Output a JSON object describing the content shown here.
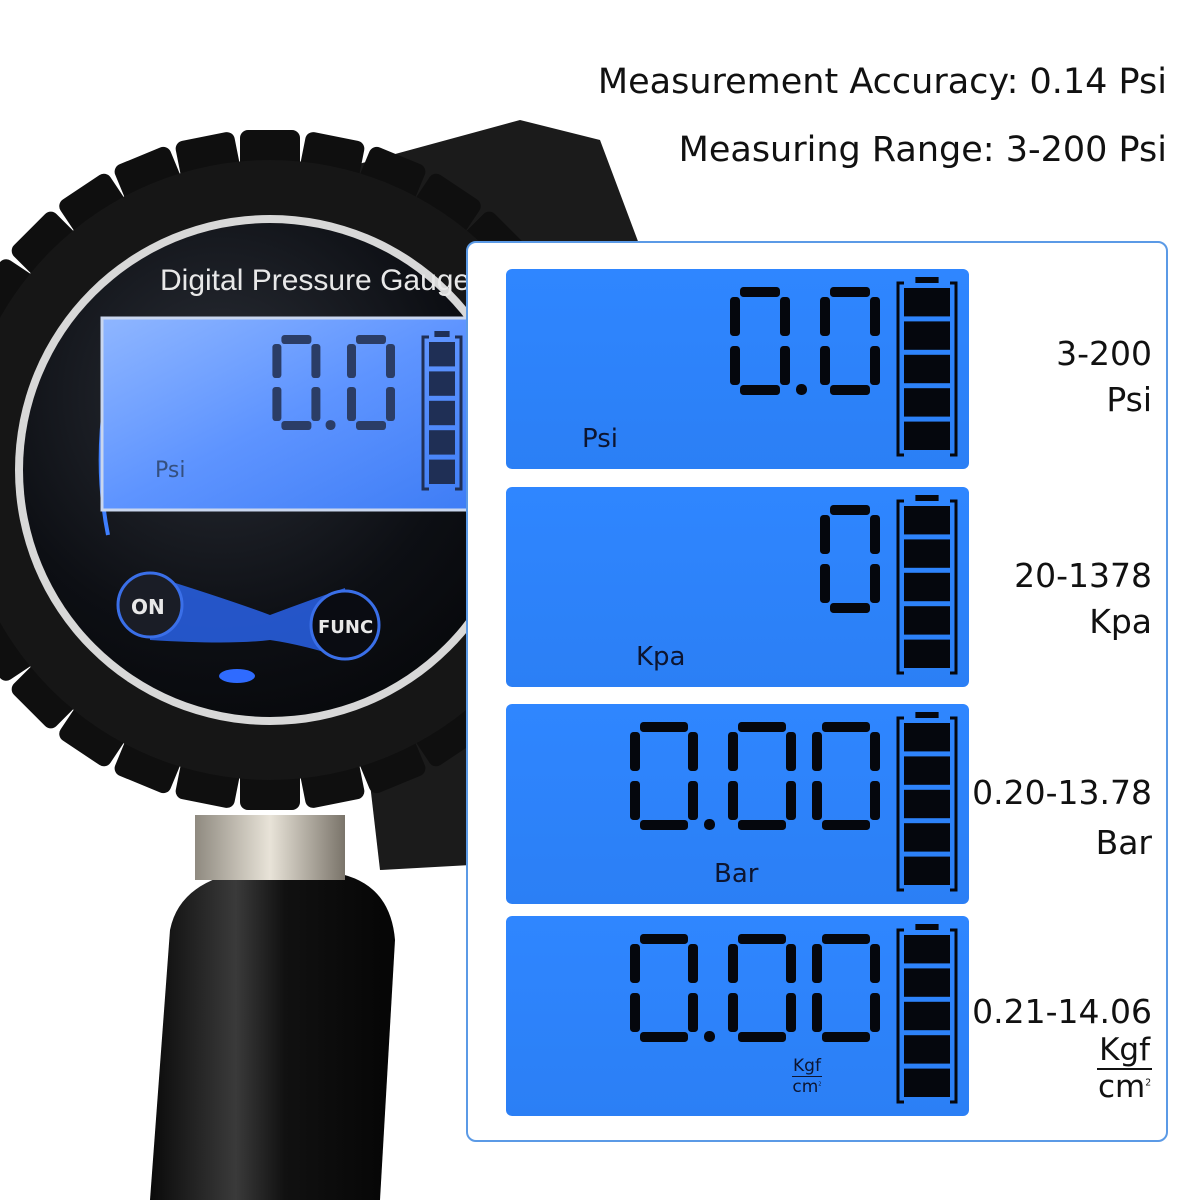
{
  "specs": {
    "accuracy": "Measurement Accuracy:  0.14 Psi",
    "range": "Measuring Range:  3-200 Psi"
  },
  "device": {
    "title": "Digital Pressure Gauge",
    "reading": "0.0",
    "unit": "Psi",
    "on_button": "ON",
    "func_button": "FUNC"
  },
  "displays": [
    {
      "reading": "0.0",
      "unit": "Psi",
      "range": "3-200",
      "range_unit": "Psi"
    },
    {
      "reading": "0",
      "unit": "Kpa",
      "range": "20-1378",
      "range_unit": "Kpa"
    },
    {
      "reading": "0.00",
      "unit": "Bar",
      "range": "0.20-13.78",
      "range_unit": "Bar"
    },
    {
      "reading": "0.00",
      "unit_num": "Kgf",
      "unit_den": "cm",
      "unit_sup": "2",
      "range": "0.21-14.06",
      "range_unit_num": "Kgf",
      "range_unit_den": "cm",
      "range_unit_sup": "2"
    }
  ],
  "colors": {
    "lcd_blue": "#2f86ff",
    "panel_border": "#5b9ae6",
    "segment": "#05070d",
    "gauge_body": "#151515"
  }
}
